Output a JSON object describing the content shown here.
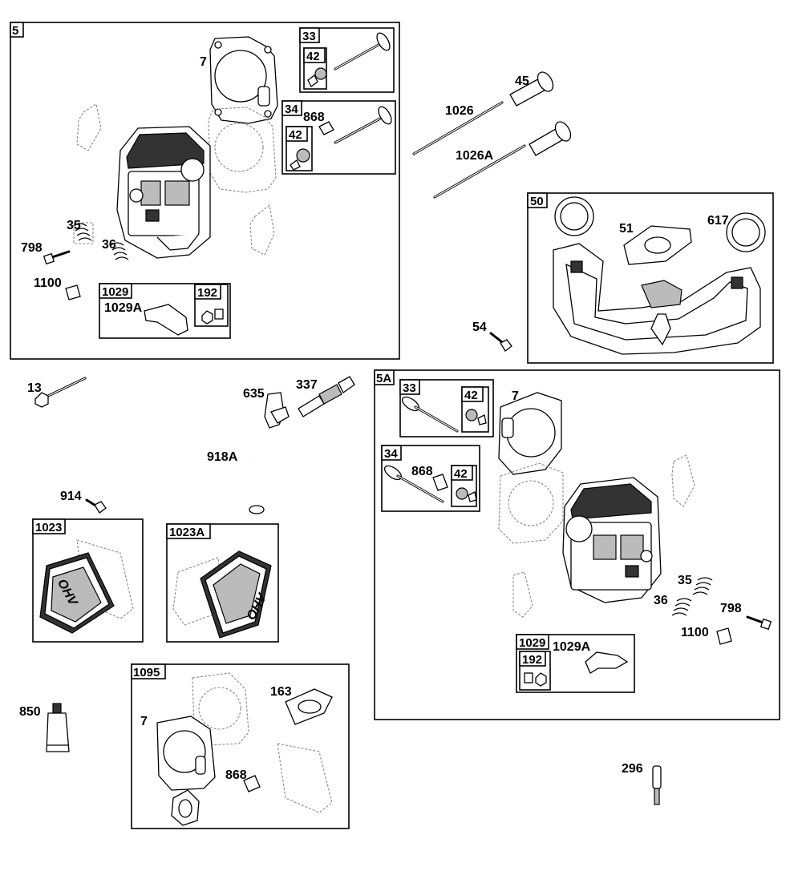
{
  "diagram": {
    "groups": [
      {
        "id": "g5",
        "tag": "5"
      },
      {
        "id": "g33a",
        "tag": "33"
      },
      {
        "id": "g34a",
        "tag": "34"
      },
      {
        "id": "g42a",
        "tag": "42"
      },
      {
        "id": "g42b",
        "tag": "42"
      },
      {
        "id": "g1029a",
        "tag": "1029"
      },
      {
        "id": "g192a",
        "tag": "192"
      },
      {
        "id": "g50",
        "tag": "50"
      },
      {
        "id": "g5a",
        "tag": "5A"
      },
      {
        "id": "g33b",
        "tag": "33"
      },
      {
        "id": "g34b",
        "tag": "34"
      },
      {
        "id": "g42c",
        "tag": "42"
      },
      {
        "id": "g42d",
        "tag": "42"
      },
      {
        "id": "g1029b",
        "tag": "1029"
      },
      {
        "id": "g192b",
        "tag": "192"
      },
      {
        "id": "g1023",
        "tag": "1023"
      },
      {
        "id": "g1023a",
        "tag": "1023A"
      },
      {
        "id": "g1095",
        "tag": "1095"
      }
    ],
    "callouts": {
      "c7a": "7",
      "c868a": "868",
      "c45": "45",
      "c1026": "1026",
      "c1026a": "1026A",
      "c35a": "35",
      "c36a": "36",
      "c798a": "798",
      "c1100a": "1100",
      "c1029aA": "1029A",
      "c51": "51",
      "c617": "617",
      "c54": "54",
      "c13": "13",
      "c635": "635",
      "c337": "337",
      "c918a": "918A",
      "c914": "914",
      "c7b": "7",
      "c868b": "868",
      "c35b": "35",
      "c36b": "36",
      "c798b": "798",
      "c1100b": "1100",
      "c1029bA": "1029A",
      "c850": "850",
      "c163": "163",
      "c7c": "7",
      "c868c": "868",
      "c296": "296"
    },
    "cover_text": "OHV"
  }
}
